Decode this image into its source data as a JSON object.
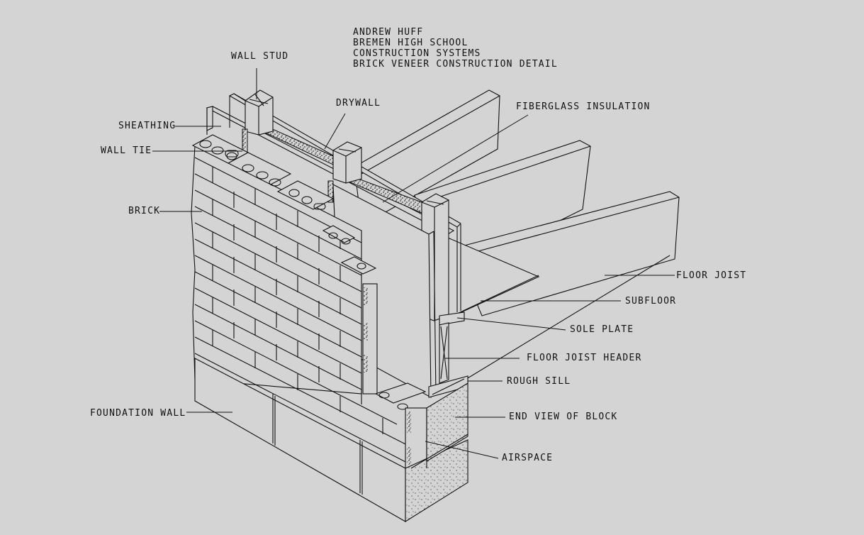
{
  "title_block": {
    "lines": [
      "ANDREW HUFF",
      "BREMEN HIGH SCHOOL",
      "CONSTRUCTION SYSTEMS",
      "BRICK VENEER CONSTRUCTION DETAIL"
    ]
  },
  "labels": {
    "wall_stud": "WALL STUD",
    "drywall": "DRYWALL",
    "fiberglass_insulation": "FIBERGLASS INSULATION",
    "sheathing": "SHEATHING",
    "wall_tie": "WALL TIE",
    "brick": "BRICK",
    "floor_joist": "FLOOR JOIST",
    "subfloor": "SUBFLOOR",
    "sole_plate": "SOLE PLATE",
    "floor_joist_header": "FLOOR JOIST HEADER",
    "rough_sill": "ROUGH SILL",
    "end_view_of_block": "END VIEW OF BLOCK",
    "foundation_wall": "FOUNDATION WALL",
    "airspace": "AIRSPACE"
  },
  "colors": {
    "background": "#d4d4d4",
    "linework": "#111111"
  }
}
